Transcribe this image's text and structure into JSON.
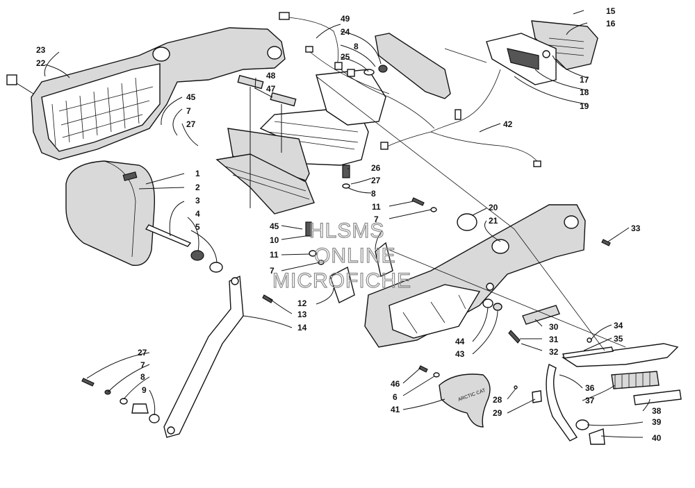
{
  "watermark": [
    "HLSMS",
    "ONLINE",
    "MICROFICHE"
  ],
  "callouts": [
    "1",
    "2",
    "3",
    "4",
    "5",
    "6",
    "7",
    "8",
    "9",
    "10",
    "11",
    "12",
    "13",
    "14",
    "15",
    "16",
    "17",
    "18",
    "19",
    "20",
    "21",
    "22",
    "23",
    "24",
    "25",
    "26",
    "27",
    "28",
    "29",
    "30",
    "31",
    "32",
    "33",
    "34",
    "35",
    "36",
    "37",
    "38",
    "39",
    "40",
    "41",
    "42",
    "43",
    "44",
    "45",
    "46",
    "47",
    "48",
    "49"
  ],
  "extra_callouts": {
    "c7b": "7",
    "c7c": "7",
    "c7d": "7",
    "c8b": "8",
    "c8c": "8",
    "c11b": "11",
    "c27b": "27",
    "c27c": "27",
    "c45b": "45"
  },
  "embossed_text": {
    "brand": "ARCTIC CAT"
  }
}
